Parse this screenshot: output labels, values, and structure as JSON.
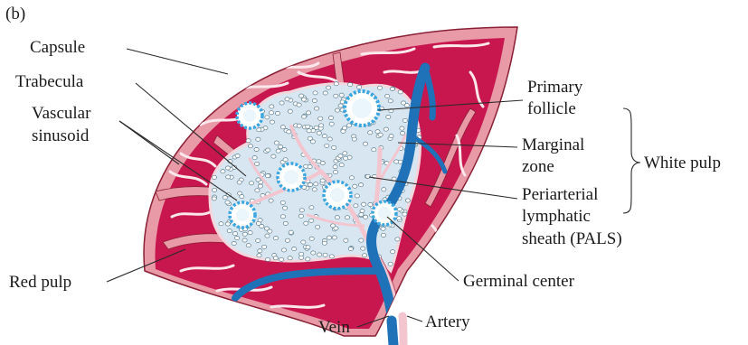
{
  "panel_label": "(b)",
  "labels": {
    "capsule": "Capsule",
    "trabecula": "Trabecula",
    "vascular_1": "Vascular",
    "vascular_2": "sinusoid",
    "red_pulp": "Red pulp",
    "primary_1": "Primary",
    "primary_2": "follicle",
    "marginal_1": "Marginal",
    "marginal_2": "zone",
    "pals_1": "Periarterial",
    "pals_2": "lymphatic",
    "pals_3": "sheath (PALS)",
    "white_pulp": "White pulp",
    "germinal": "Germinal center",
    "vein": "Vein",
    "artery": "Artery"
  },
  "colors": {
    "red_pulp": "#c8164f",
    "capsule": "#e89aa6",
    "white_pulp": "#d8e6f2",
    "vein": "#1f72b8",
    "artery": "#f3c6cf",
    "follicle": "#3aa6e0"
  }
}
